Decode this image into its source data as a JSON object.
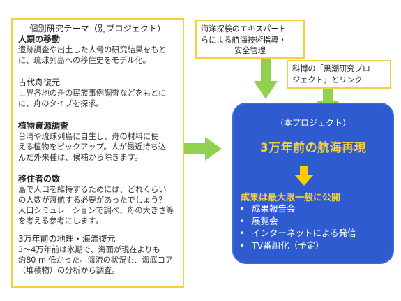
{
  "left_panel": {
    "heading": "個別研究テーマ（別プロジェクト）",
    "sections": [
      {
        "title": "人類の移動",
        "body": [
          "遺跡調査や出土した人骨の研究結果をもと",
          "に、琉球列島への移住史をモデル化。"
        ]
      },
      {
        "title": "古代舟復元",
        "body": [
          "世界各地の舟の民族事例調査などをもとに",
          "に、舟のタイプを探求。"
        ]
      },
      {
        "title": "植物資源調査",
        "body": [
          "台湾や琉球列島に自生し、舟の材料に使",
          "える植物をピックアップ。人が最近持ち込",
          "んだ外来種は、候補から除きます。"
        ]
      },
      {
        "title": "移住者の数",
        "body": [
          "島で人口を維持するためには、どれくらい",
          "の人数が渡航する必要があったでしょう？",
          "人口シミュレーションで調べ、舟の大きさ等",
          "を考える参考にします。"
        ]
      },
      {
        "title": "3万年前の地理・海流復元",
        "body": [
          "3〜4万年前は氷期で、海面が現在よりも",
          "約80 m 低かった。海流の状況も、海底コア",
          "（堆積物）の分析から調査。"
        ]
      }
    ]
  },
  "top_box": {
    "lines": [
      "海洋探検のエキスパート",
      "らによる航海技術指導・"
    ],
    "last_line": "安全管理"
  },
  "right_box": {
    "lines": [
      "科博の「黒潮研究プロ",
      "ジェクト」とリンク"
    ]
  },
  "main_box": {
    "subtitle": "（本プロジェクト）",
    "title": "3万年前の航海再現",
    "result_title": "成果は最大限一般に公開",
    "items": [
      "成果報告会",
      "展覧会",
      "インターネットによる発信",
      "TV番組化（予定）"
    ]
  },
  "colors": {
    "arrow_green": "#92d050",
    "arrow_yellow": "#ffcc00",
    "main_blue": "#2e5bd0",
    "accent_yellow": "#f4d03f",
    "border_yellow": "#f4d03f"
  }
}
